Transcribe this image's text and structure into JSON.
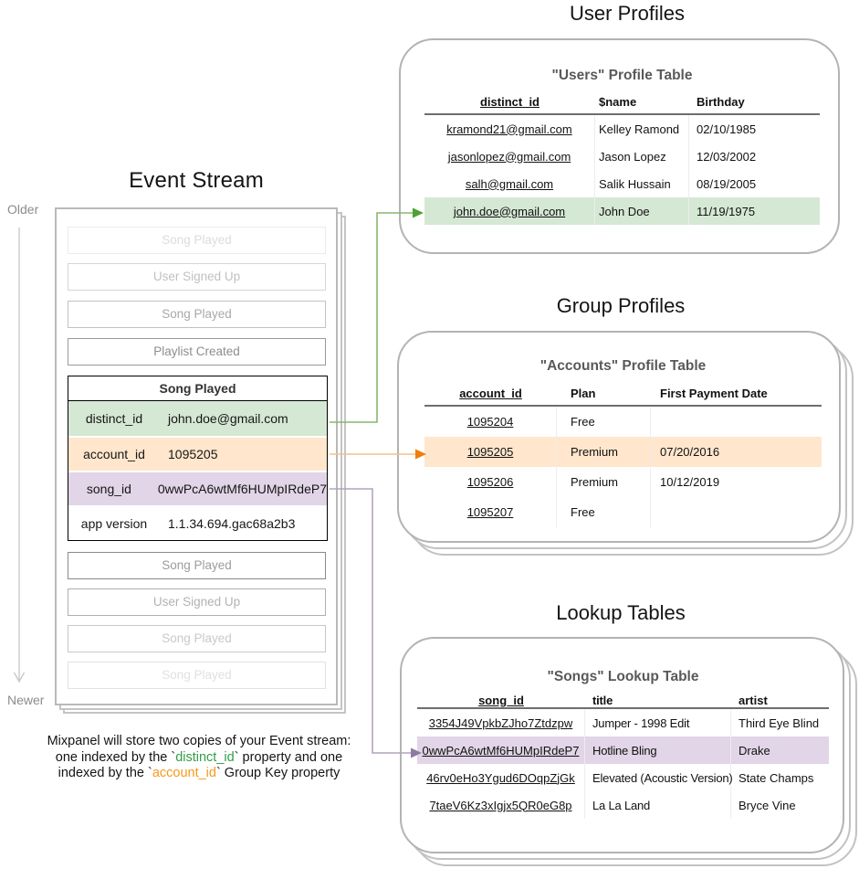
{
  "colors": {
    "green-highlight": "#d5e8d4",
    "orange-highlight": "#ffe6cc",
    "purple-highlight": "#e1d5e7",
    "green-arrow-line": "#8ab56f",
    "green-arrow-head": "#4ea135",
    "orange-arrow-line": "#f0c28c",
    "orange-arrow-head": "#ee7e0e",
    "purple-arrow-line": "#b2a4bd",
    "purple-arrow-head": "#8e7ba1",
    "green-keyword": "#2f9e48",
    "orange-keyword": "#f59a1b"
  },
  "timeline": {
    "older_label": "Older",
    "newer_label": "Newer"
  },
  "event_stream": {
    "title": "Event Stream",
    "events_before": [
      {
        "label": "Song Played"
      },
      {
        "label": "User Signed Up"
      },
      {
        "label": "Song Played"
      },
      {
        "label": "Playlist Created"
      }
    ],
    "expanded_event": {
      "title": "Song Played",
      "properties": [
        {
          "key": "distinct_id",
          "value": "john.doe@gmail.com"
        },
        {
          "key": "account_id",
          "value": "1095205"
        },
        {
          "key": "song_id",
          "value": "0wwPcA6wtMf6HUMpIRdeP7"
        },
        {
          "key": "app version",
          "value": "1.1.34.694.gac68a2b3"
        }
      ]
    },
    "events_after": [
      {
        "label": "Song Played"
      },
      {
        "label": "User Signed Up"
      },
      {
        "label": "Song Played"
      },
      {
        "label": "Song Played"
      }
    ]
  },
  "caption": {
    "line1": "Mixpanel will store two copies of your Event stream:",
    "line2_pre": "one indexed by the `",
    "line2_key": "distinct_id",
    "line2_post": "` property and one",
    "line3_pre": "indexed by the `",
    "line3_key": "account_id",
    "line3_post": "` Group Key property"
  },
  "user_profiles": {
    "section_title": "User Profiles",
    "table_title": "\"Users\" Profile Table",
    "columns": [
      "distinct_id",
      "$name",
      "Birthday"
    ],
    "rows": [
      [
        "kramond21@gmail.com",
        "Kelley Ramond",
        "02/10/1985"
      ],
      [
        "jasonlopez@gmail.com",
        "Jason Lopez",
        "12/03/2002"
      ],
      [
        "salh@gmail.com",
        "Salik Hussain",
        "08/19/2005"
      ],
      [
        "john.doe@gmail.com",
        "John Doe",
        "11/19/1975"
      ]
    ],
    "highlighted_row_index": 3
  },
  "group_profiles": {
    "section_title": "Group Profiles",
    "table_title": "\"Accounts\" Profile Table",
    "columns": [
      "account_id",
      "Plan",
      "First Payment Date"
    ],
    "rows": [
      [
        "1095204",
        "Free",
        ""
      ],
      [
        "1095205",
        "Premium",
        "07/20/2016"
      ],
      [
        "1095206",
        "Premium",
        "10/12/2019"
      ],
      [
        "1095207",
        "Free",
        ""
      ]
    ],
    "highlighted_row_index": 1
  },
  "lookup_tables": {
    "section_title": "Lookup Tables",
    "table_title": "\"Songs\" Lookup Table",
    "columns": [
      "song_id",
      "title",
      "artist"
    ],
    "rows": [
      [
        "3354J49VpkbZJho7Ztdzpw",
        "Jumper - 1998 Edit",
        "Third Eye Blind"
      ],
      [
        "0wwPcA6wtMf6HUMpIRdeP7",
        "Hotline Bling",
        "Drake"
      ],
      [
        "46rv0eHo3Ygud6DOqpZjGk",
        "Elevated (Acoustic Version)",
        "State Champs"
      ],
      [
        "7taeV6Kz3xIgjx5QR0eG8p",
        "La La Land",
        "Bryce Vine"
      ]
    ],
    "highlighted_row_index": 1
  }
}
